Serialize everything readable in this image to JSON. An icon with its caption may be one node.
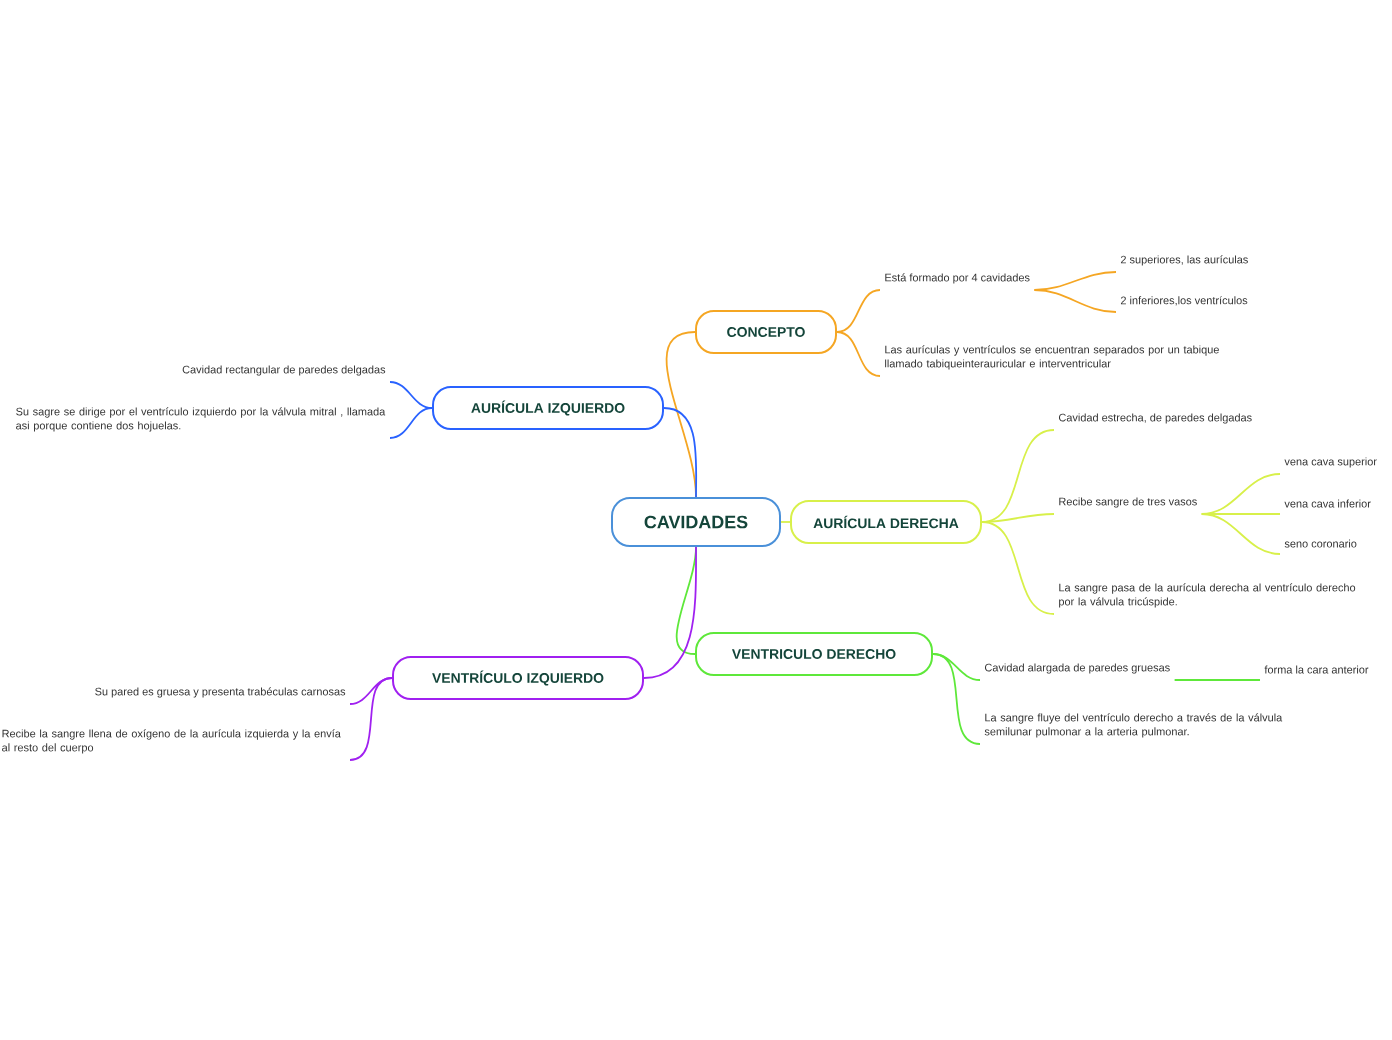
{
  "diagram": {
    "nodes": [
      {
        "text": [
          "CAVIDADES"
        ]
      },
      {
        "text": [
          "CONCEPTO"
        ]
      },
      {
        "text": [
          "Está formado por 4 cavidades"
        ]
      },
      {
        "text": [
          "2 superiores, las aurículas"
        ]
      },
      {
        "text": [
          "2 inferiores,los ventrículos"
        ]
      },
      {
        "text": [
          "Las aurículas y ventrículos se encuentran separados por un tabique llamado tabiqueinterauricular e interventricular"
        ]
      },
      {
        "text": [
          "AURÍCULA DERECHA"
        ]
      },
      {
        "text": [
          "Cavidad estrecha, de paredes delgadas"
        ]
      },
      {
        "text": [
          "Recibe sangre de tres vasos"
        ]
      },
      {
        "text": [
          "vena cava superior"
        ]
      },
      {
        "text": [
          "vena cava inferior"
        ]
      },
      {
        "text": [
          "seno coronario"
        ]
      },
      {
        "text": [
          "La sangre pasa de la aurícula derecha al ventrículo derecho por la válvula tricúspide."
        ]
      },
      {
        "text": [
          "VENTRICULO DERECHO"
        ]
      },
      {
        "text": [
          "Cavidad alargada de paredes gruesas"
        ]
      },
      {
        "text": [
          "forma la cara anterior"
        ]
      },
      {
        "text": [
          "La sangre fluye del ventrículo derecho a través de la válvula semilunar pulmonar a la arteria pulmonar."
        ]
      },
      {
        "text": [
          "AURÍCULA IZQUIERDO"
        ]
      },
      {
        "text": [
          "Cavidad rectangular de paredes delgadas"
        ]
      },
      {
        "text": [
          "Su sagre se dirige por el ventrículo izquierdo por la válvula mitral , llamada asi porque contiene dos hojuelas."
        ]
      },
      {
        "text": [
          "VENTRÍCULO IZQUIERDO"
        ]
      },
      {
        "text": [
          "Su pared es gruesa y presenta trabéculas carnosas"
        ]
      },
      {
        "text": [
          "Recibe la sangre llena de oxígeno de la aurícula izquierda y la envía al resto del cuerpo"
        ]
      }
    ],
    "edges": [
      {
        "from": 0,
        "to": 1,
        "arrow": "none",
        "color": "#f5a623"
      },
      {
        "from": 1,
        "to": 2,
        "arrow": "none",
        "color": "#f5a623"
      },
      {
        "from": 2,
        "to": 3,
        "arrow": "none",
        "color": "#f5a623"
      },
      {
        "from": 2,
        "to": 4,
        "arrow": "none",
        "color": "#f5a623"
      },
      {
        "from": 1,
        "to": 5,
        "arrow": "none",
        "color": "#f5a623"
      },
      {
        "from": 0,
        "to": 6,
        "arrow": "none",
        "color": "#d8f04a"
      },
      {
        "from": 6,
        "to": 7,
        "arrow": "none",
        "color": "#d8f04a"
      },
      {
        "from": 6,
        "to": 8,
        "arrow": "none",
        "color": "#d8f04a"
      },
      {
        "from": 8,
        "to": 9,
        "arrow": "none",
        "color": "#d8f04a"
      },
      {
        "from": 8,
        "to": 10,
        "arrow": "none",
        "color": "#d8f04a"
      },
      {
        "from": 8,
        "to": 11,
        "arrow": "none",
        "color": "#d8f04a"
      },
      {
        "from": 6,
        "to": 12,
        "arrow": "none",
        "color": "#d8f04a"
      },
      {
        "from": 0,
        "to": 13,
        "arrow": "none",
        "color": "#5ee83a"
      },
      {
        "from": 13,
        "to": 14,
        "arrow": "none",
        "color": "#5ee83a"
      },
      {
        "from": 14,
        "to": 15,
        "arrow": "none",
        "color": "#5ee83a"
      },
      {
        "from": 13,
        "to": 16,
        "arrow": "none",
        "color": "#5ee83a"
      },
      {
        "from": 0,
        "to": 17,
        "arrow": "none",
        "color": "#2962ff"
      },
      {
        "from": 17,
        "to": 18,
        "arrow": "none",
        "color": "#2962ff"
      },
      {
        "from": 17,
        "to": 19,
        "arrow": "none",
        "color": "#2962ff"
      },
      {
        "from": 0,
        "to": 20,
        "arrow": "none",
        "color": "#a020f0"
      },
      {
        "from": 20,
        "to": 21,
        "arrow": "none",
        "color": "#a020f0"
      },
      {
        "from": 20,
        "to": 22,
        "arrow": "none",
        "color": "#a020f0"
      }
    ]
  }
}
